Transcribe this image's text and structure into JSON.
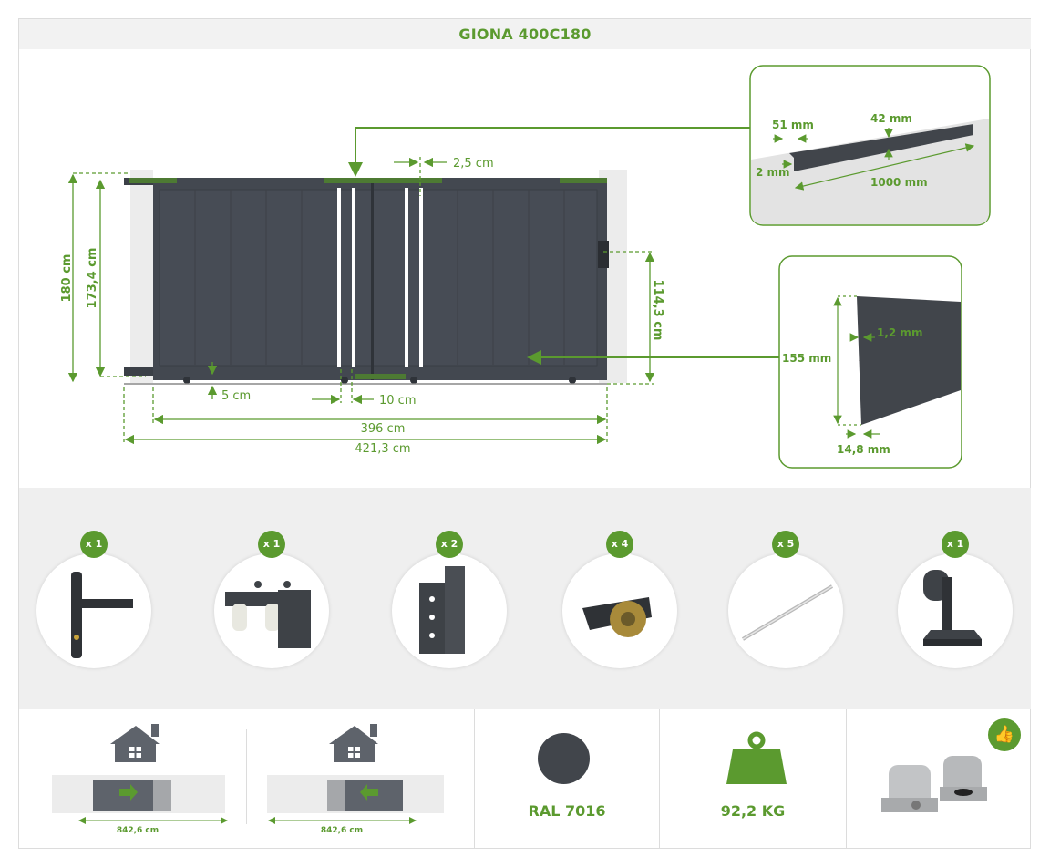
{
  "title": "GIONA 400C180",
  "dimensions": {
    "height_total": "180 cm",
    "height_leaf": "173,4 cm",
    "lock_height": "114,3 cm",
    "gap_top": "2,5 cm",
    "ground_clearance": "5 cm",
    "center_gap": "10 cm",
    "inner_width": "396 cm",
    "total_width": "421,3 cm"
  },
  "profile_top": {
    "width_a": "51 mm",
    "width_b": "42 mm",
    "thickness": "2 mm",
    "length": "1000 mm"
  },
  "profile_slat": {
    "height": "155 mm",
    "wall": "1,2 mm",
    "depth": "14,8 mm"
  },
  "accessories": [
    {
      "name": "handle",
      "qty": "x 1"
    },
    {
      "name": "roller-guide",
      "qty": "x 1"
    },
    {
      "name": "bracket",
      "qty": "x 2"
    },
    {
      "name": "wheel",
      "qty": "x 4"
    },
    {
      "name": "rail",
      "qty": "x 5"
    },
    {
      "name": "end-stop",
      "qty": "x 1"
    }
  ],
  "installation": [
    {
      "direction": "right",
      "width": "842,6 cm"
    },
    {
      "direction": "left",
      "width": "842,6 cm"
    }
  ],
  "color": {
    "label": "RAL 7016",
    "hex": "#41454b"
  },
  "weight": {
    "label": "92,2 KG"
  },
  "colors": {
    "accent": "#5b9a2f",
    "gate": "#434850"
  }
}
